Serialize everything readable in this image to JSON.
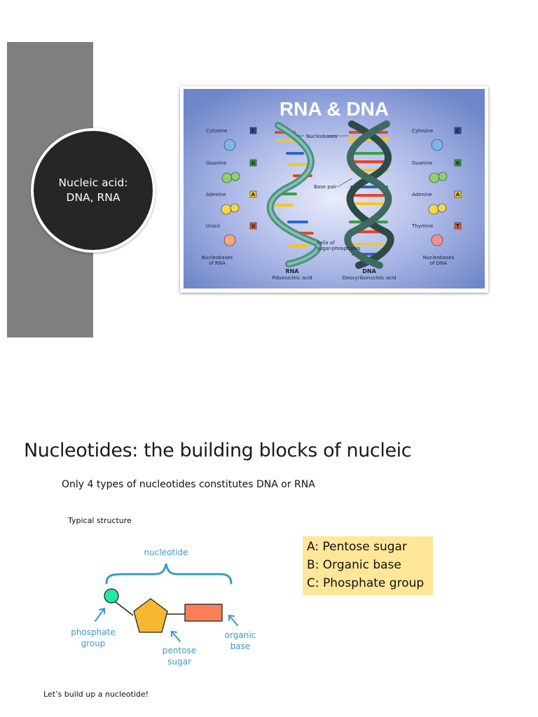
{
  "slide1": {
    "circle_line1": "Nucleic acid:",
    "circle_line2": "DNA, RNA",
    "poster": {
      "title": "RNA & DNA",
      "left_bases": [
        "Cytosine",
        "Guanine",
        "Adenine",
        "Uracil"
      ],
      "left_letters": [
        "C",
        "G",
        "A",
        "U"
      ],
      "right_bases": [
        "Cytosine",
        "Guanine",
        "Adenine",
        "Thymine"
      ],
      "right_letters": [
        "C",
        "G",
        "A",
        "T"
      ],
      "label_nucleobases": "Nucleobases",
      "label_base_pair": "Base pair",
      "label_helix_1": "helix of",
      "label_helix_2": "sugar-phosphates",
      "left_caption_1": "Nucleobases",
      "left_caption_2": "of RNA",
      "right_caption_1": "Nucleobases",
      "right_caption_2": "of DNA",
      "rna_label": "RNA",
      "rna_full": "Ribonucleic acid",
      "dna_label": "DNA",
      "dna_full": "Deoxyribonucleic acid"
    }
  },
  "slide2": {
    "title": "Nucleotides: the building blocks of nucleic",
    "subtitle": "Only 4 types of nucleotides constitutes DNA or RNA",
    "typical": "Typical structure",
    "answers": [
      "A: Pentose sugar",
      "B: Organic base",
      "C: Phosphate group"
    ],
    "diagram": {
      "top_label": "nucleotide",
      "phosphate_1": "phosphate",
      "phosphate_2": "group",
      "pentose_1": "pentose",
      "pentose_2": "sugar",
      "organic_1": "organic",
      "organic_2": "base"
    },
    "build": "Let’s build up a nucleotide!"
  },
  "colors": {
    "poster_bg": "#6f86c9",
    "circle_fill": "#262626",
    "answer_fill": "#ffe699",
    "diagram_teal": "#3a9bbf",
    "phosphate": "#22e8a0",
    "pentose": "#f7b731",
    "base": "#f97f5a"
  }
}
